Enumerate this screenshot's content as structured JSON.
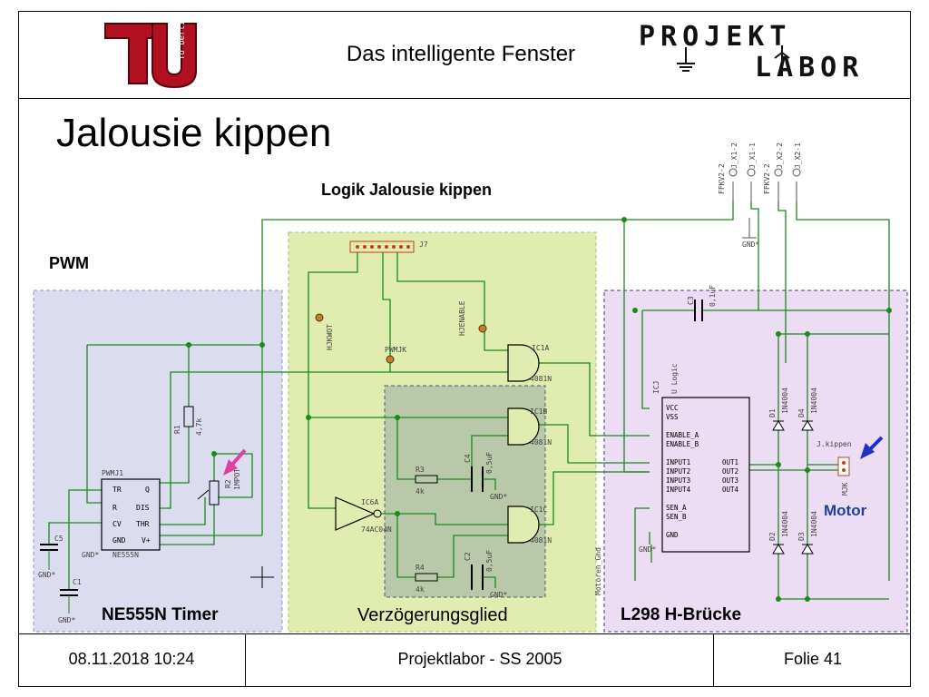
{
  "header": {
    "title": "Das intelligente Fenster",
    "logo_left_text": "TU berlin",
    "logo_right_line1": "PROJEKT",
    "logo_right_line2": "LABOR"
  },
  "slide": {
    "title": "Jalousie kippen",
    "logic_label": "Logik Jalousie kippen",
    "pwm_label": "PWM",
    "timer_label": "NE555N Timer",
    "delay_label": "Verzögerungsglied",
    "bridge_label": "L298 H-Brücke",
    "motor_label": "Motor"
  },
  "schematic": {
    "j7": "J7",
    "timer_name": "PWMJ1",
    "timer_part": "NE555N",
    "timer_pins": [
      "TR",
      "Q",
      "R",
      "DIS",
      "CV",
      "THR",
      "GND",
      "V+"
    ],
    "r1": "R1",
    "r1_val": "4,7k",
    "r2": "R2",
    "r2_val": "1MPOT",
    "c5": "C5",
    "c1": "C1",
    "gnd": "GND*",
    "pwmjk": "PWMJK",
    "hjkwot": "HJKWOT",
    "hjenable": "HJENABLE",
    "ic1a": "IC1A",
    "ic1b": "IC1B",
    "ic1c": "IC1C",
    "ic_part": "4081N",
    "ic6a": "IC6A",
    "inv_part": "74AC04N",
    "r3": "R3",
    "r3_val": "4k",
    "r4": "R4",
    "r4_val": "4k",
    "c4": "C4",
    "c4_val": "0,5uF",
    "c2": "C2",
    "c2_val": "0,5uF",
    "c3": "C3",
    "c3_val": "0,1uF",
    "icj": "ICJ",
    "icj_logic": "U Logic",
    "l298_pins": [
      "VCC",
      "VSS",
      "ENABLE_A",
      "ENABLE_B",
      "INPUT1",
      "INPUT2",
      "INPUT3",
      "INPUT4",
      "SEN_A",
      "SEN_B",
      "GND",
      "OUT1",
      "OUT2",
      "OUT3",
      "OUT4"
    ],
    "diodes": [
      "D1",
      "D4",
      "D2",
      "D3"
    ],
    "diode_part": "1N4004",
    "mjk": "MJK",
    "kippen": "J.kippen",
    "motoren_gnd": "Motoren_Gnd",
    "conn_top": [
      "FFKV2-2",
      "J_X1-2",
      "J_X1-1",
      "FFKV2-2",
      "J_X2-2",
      "J_X2-1"
    ]
  },
  "footer": {
    "datetime": "08.11.2018 10:24",
    "course": "Projektlabor - SS 2005",
    "slide_number": "Folie 41"
  },
  "colors": {
    "wire": "#1a8a1a",
    "pwm_bg": "#dcdcf0",
    "delay_bg": "#e0ecb0",
    "delay_inner_bg": "#b8c8a8",
    "bridge_bg": "#ecdcf4",
    "arrow_pink": "#e040a0",
    "arrow_blue": "#2030c0",
    "motor_blue": "#2040a0",
    "logo_red": "#b01020"
  }
}
